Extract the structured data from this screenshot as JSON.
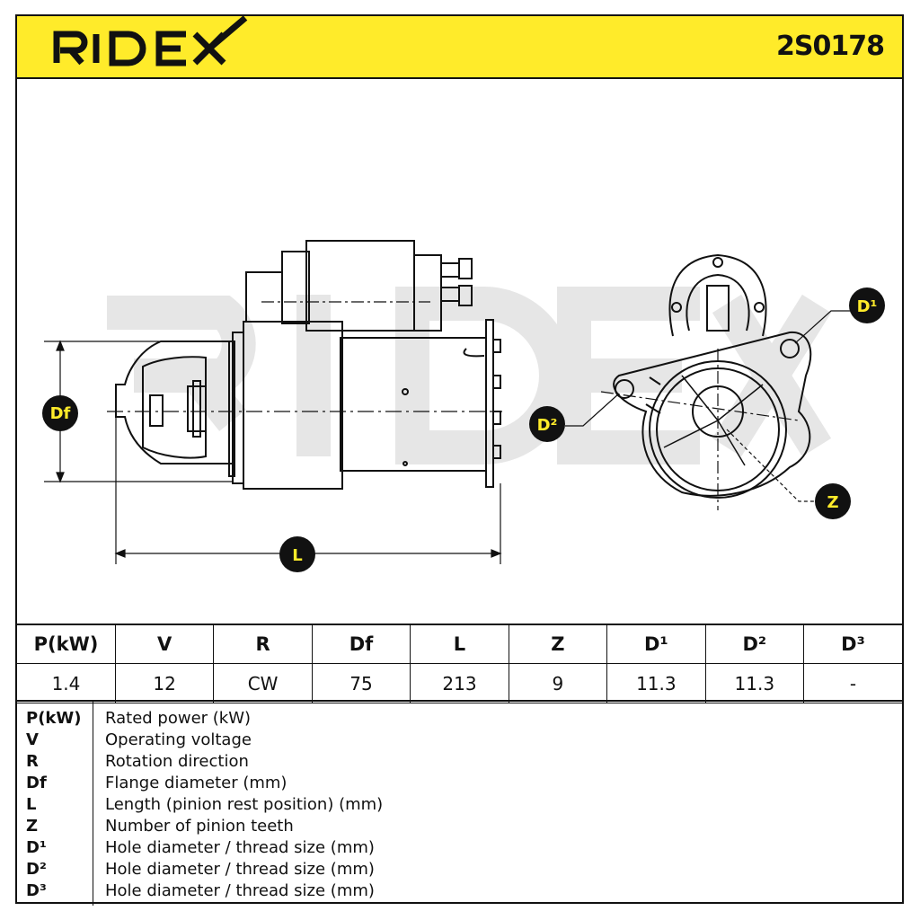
{
  "header": {
    "brand": "RIDEX",
    "part_number": "2S0178"
  },
  "drawing": {
    "watermark": "RIDEX",
    "labels": {
      "df": "Df",
      "l": "L",
      "d1": "D¹",
      "d2": "D²",
      "z": "Z"
    }
  },
  "spec_table": {
    "headers": [
      "P(kW)",
      "V",
      "R",
      "Df",
      "L",
      "Z",
      "D¹",
      "D²",
      "D³"
    ],
    "values": [
      "1.4",
      "12",
      "CW",
      "75",
      "213",
      "9",
      "11.3",
      "11.3",
      "-"
    ]
  },
  "legend": [
    {
      "key": "P(kW)",
      "desc": "Rated power (kW)"
    },
    {
      "key": "V",
      "desc": "Operating voltage"
    },
    {
      "key": "R",
      "desc": "Rotation direction"
    },
    {
      "key": "Df",
      "desc": "Flange diameter (mm)"
    },
    {
      "key": "L",
      "desc": "Length (pinion rest position) (mm)"
    },
    {
      "key": "Z",
      "desc": "Number of pinion teeth"
    },
    {
      "key": "D¹",
      "desc": "Hole diameter / thread size (mm)"
    },
    {
      "key": "D²",
      "desc": "Hole diameter / thread size (mm)"
    },
    {
      "key": "D³",
      "desc": "Hole diameter / thread size (mm)"
    }
  ],
  "colors": {
    "brand_yellow": "#ffeb2a",
    "badge_black": "#111111",
    "badge_text": "#ffeb2a"
  }
}
